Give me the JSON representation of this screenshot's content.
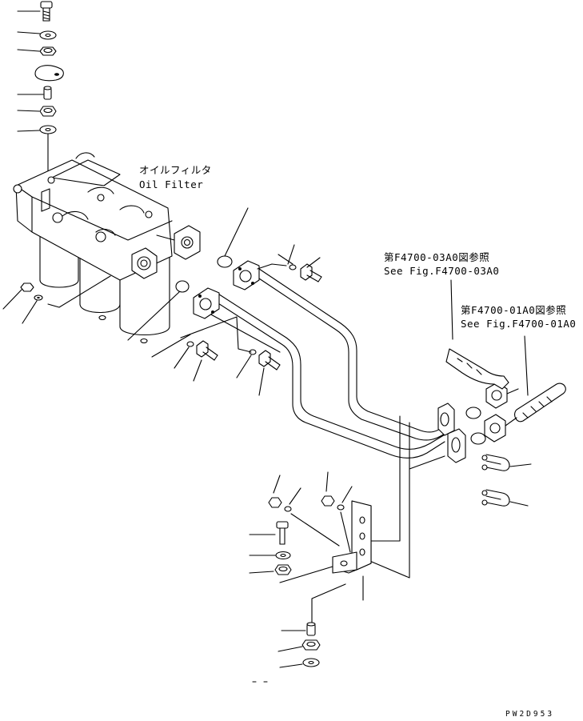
{
  "labels": {
    "oil_filter_jp": "オイルフィルタ",
    "oil_filter_en": "Oil Filter",
    "ref1_jp": "第F4700-03A0図参照",
    "ref1_en": "See Fig.F4700-03A0",
    "ref2_jp": "第F4700-01A0図参照",
    "ref2_en": "See Fig.F4700-01A0",
    "drawing_code": "PW2D953"
  },
  "parts": [
    "bolt-top",
    "washer-top",
    "nut-top",
    "plate-top",
    "spacer-top",
    "nut-mid",
    "washer-mid",
    "oil-filter-assembly",
    "o-ring-1",
    "o-ring-2",
    "flange-upper",
    "flange-lower",
    "pipe-upper",
    "pipe-lower",
    "bolt-upper",
    "bolt-lower",
    "bracket",
    "u-bolt-1",
    "u-bolt-2",
    "bolt-bracket",
    "washer-bracket",
    "nut-bracket",
    "spacer-bottom",
    "nut-bottom",
    "washer-bottom"
  ]
}
